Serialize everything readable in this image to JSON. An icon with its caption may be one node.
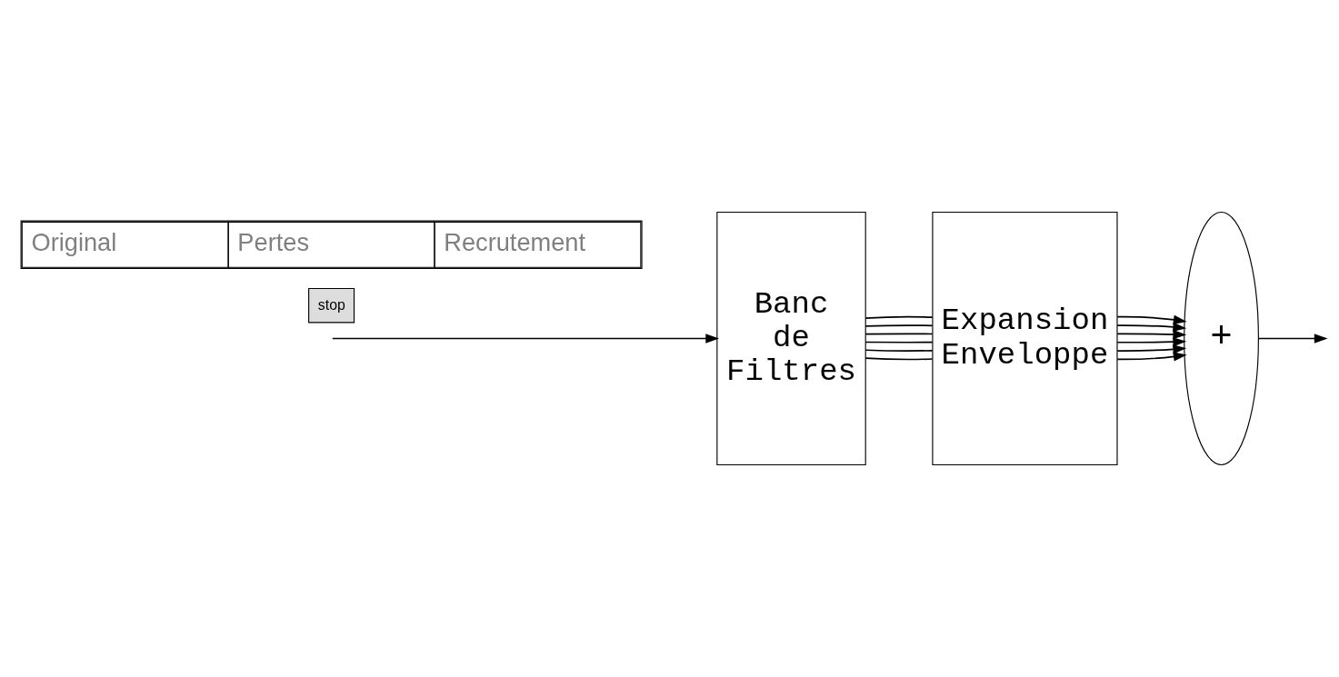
{
  "diagram": {
    "nodes": [
      {
        "text": [
          "Banc de Filtres"
        ]
      },
      {
        "text": [
          "Expansion Enveloppe"
        ]
      },
      {
        "text": [
          "+"
        ]
      }
    ],
    "edges": [
      {
        "from": null,
        "to": 0,
        "arrow": "to"
      },
      {
        "from": 0,
        "to": 1,
        "arrow": "none"
      },
      {
        "from": 0,
        "to": 1,
        "arrow": "none"
      },
      {
        "from": 0,
        "to": 1,
        "arrow": "none"
      },
      {
        "from": 0,
        "to": 1,
        "arrow": "none"
      },
      {
        "from": 0,
        "to": 1,
        "arrow": "none"
      },
      {
        "from": 0,
        "to": 1,
        "arrow": "none"
      },
      {
        "from": 1,
        "to": 2,
        "arrow": "to"
      },
      {
        "from": 1,
        "to": 2,
        "arrow": "to"
      },
      {
        "from": 1,
        "to": 2,
        "arrow": "to"
      },
      {
        "from": 1,
        "to": 2,
        "arrow": "to"
      },
      {
        "from": 1,
        "to": 2,
        "arrow": "to"
      },
      {
        "from": 1,
        "to": 2,
        "arrow": "to"
      },
      {
        "from": 2,
        "to": null,
        "arrow": "to"
      }
    ],
    "labels": [
      "Original",
      "Pertes",
      "Recrutement",
      "stop"
    ]
  }
}
